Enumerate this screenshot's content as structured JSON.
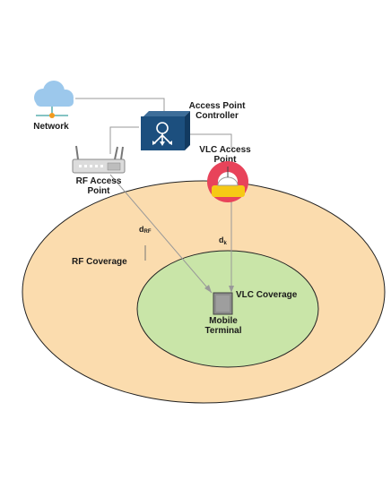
{
  "labels": {
    "network": "Network",
    "apc_line1": "Access Point",
    "apc_line2": "Controller",
    "rf_ap_line1": "RF Access",
    "rf_ap_line2": "Point",
    "vlc_ap_line1": "VLC Access",
    "vlc_ap_line2": "Point",
    "d_rf_main": "d",
    "d_rf_sub": "RF",
    "d_k_main": "d",
    "d_k_sub": "k",
    "rf_coverage": "RF Coverage",
    "vlc_coverage": "VLC Coverage",
    "terminal_line1": "Mobile",
    "terminal_line2": "Terminal"
  },
  "colors": {
    "rf_coverage_fill": "#fbdcae",
    "vlc_coverage_fill": "#c9e5a8",
    "controller_blue": "#1c4f7e",
    "cloud_blue": "#9cc8ec",
    "vlc_ring_red": "#e8435a",
    "vlc_yellow": "#f6c915",
    "terminal_gray": "#8d8d8d",
    "link_gray": "#9a9a9a",
    "router_gray": "#d8d8d8",
    "network_node_orange": "#f29b1f",
    "network_line_teal": "#3aa0a0"
  },
  "icons": {
    "network": "cloud-network-icon",
    "controller": "access-point-controller-icon",
    "rf_ap": "wifi-router-icon",
    "vlc_ap": "vlc-led-lamp-icon",
    "terminal": "mobile-terminal-icon"
  }
}
